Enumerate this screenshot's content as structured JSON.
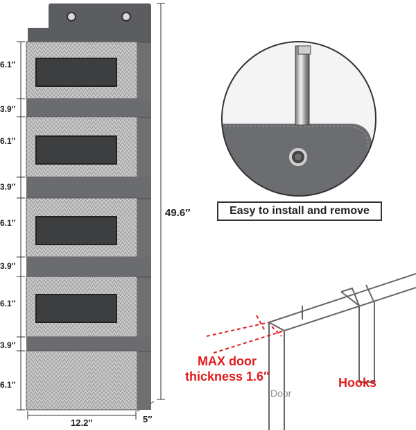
{
  "dimensions": {
    "pocket_height": "6.1″",
    "gap_height": "3.9″",
    "total_height": "49.6″",
    "width": "12.2″",
    "depth": "5″"
  },
  "callout": {
    "label": "Easy to install and remove"
  },
  "diagram": {
    "max_door_line1": "MAX door",
    "max_door_line2": "thickness 1.6″",
    "hooks_label": "Hooks",
    "door_label": "Door"
  },
  "colors": {
    "fabric_gray": "#5b5d60",
    "accent_red": "#e21b1b"
  }
}
